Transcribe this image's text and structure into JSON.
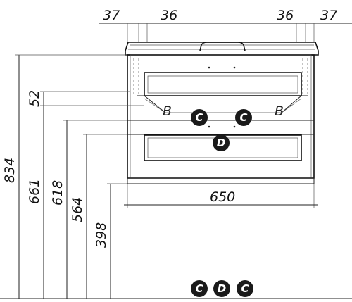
{
  "top_dimensions": {
    "left_outer": "37",
    "left_inner": "36",
    "right_inner": "36",
    "right_outer": "37"
  },
  "width_dimension": "650",
  "vertical_dimensions": {
    "total_height": "834",
    "d1": "661",
    "d2": "618",
    "d3": "564",
    "d4": "398",
    "top_offset": "52"
  },
  "labels": {
    "b_left": "B",
    "b_right": "B"
  },
  "markers": {
    "c_left": "C",
    "c_right": "C",
    "d_center": "D",
    "legend_c1": "C",
    "legend_d": "D",
    "legend_c2": "C"
  },
  "colors": {
    "line": "#222222",
    "marker_fill": "#1a1a1a",
    "marker_text": "#ffffff"
  }
}
